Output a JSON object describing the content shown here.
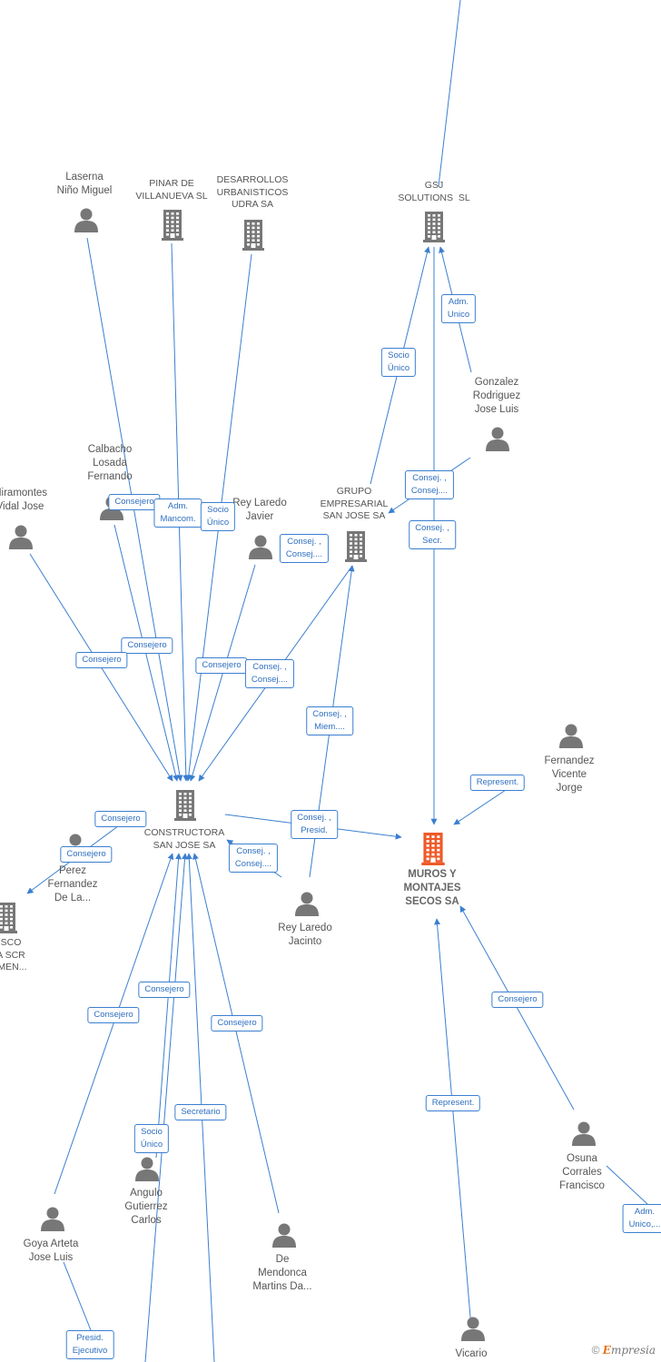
{
  "colors": {
    "edge": "#3b7fd0",
    "company_icon": "#777777",
    "person_icon": "#777777",
    "main_company_icon": "#ee5a28"
  },
  "nodes": [
    {
      "id": "gsj",
      "type": "company",
      "label": "GSJ\nSOLUTIONS  SL"
    },
    {
      "id": "pinar",
      "type": "company",
      "label": "PINAR DE\nVILLANUEVA SL"
    },
    {
      "id": "desarrollos",
      "type": "company",
      "label": "DESARROLLOS\nURBANISTICOS\nUDRA SA"
    },
    {
      "id": "laserna",
      "type": "person",
      "label": "Laserna\nNiño Miguel"
    },
    {
      "id": "gonzalez",
      "type": "person",
      "label": "Gonzalez\nRodriguez\nJose Luis"
    },
    {
      "id": "calbacho",
      "type": "person",
      "label": "Calbacho\nLosada\nFernando"
    },
    {
      "id": "miramontes",
      "type": "person",
      "label": "Miramontes\nVidal Jose"
    },
    {
      "id": "reylaredojavier",
      "type": "person",
      "label": "Rey Laredo\nJavier"
    },
    {
      "id": "grupo",
      "type": "company",
      "label": "GRUPO\nEMPRESARIAL\nSAN JOSE SA"
    },
    {
      "id": "fernandez",
      "type": "person",
      "label": "Fernandez\nVicente\nJorge"
    },
    {
      "id": "constructora",
      "type": "company",
      "label": "CONSTRUCTORA\nSAN JOSE SA"
    },
    {
      "id": "muros",
      "type": "main",
      "label": "MUROS Y\nMONTAJES\nSECOS SA"
    },
    {
      "id": "perez",
      "type": "person",
      "label": "Perez\nFernandez\nDe La..."
    },
    {
      "id": "sco",
      "type": "company",
      "label": "SCO\nA SCR\nIMEN..."
    },
    {
      "id": "reylaredojacinto",
      "type": "person",
      "label": "Rey Laredo\nJacinto"
    },
    {
      "id": "angulo",
      "type": "person",
      "label": "Angulo\nGutierrez\nCarlos"
    },
    {
      "id": "goya",
      "type": "person",
      "label": "Goya Arteta\nJose Luis"
    },
    {
      "id": "mendonca",
      "type": "person",
      "label": "De\nMendonca\nMartins Da..."
    },
    {
      "id": "osuna",
      "type": "person",
      "label": "Osuna\nCorrales\nFrancisco"
    },
    {
      "id": "vicario",
      "type": "person",
      "label": "Vicario"
    }
  ],
  "edges": [
    {
      "label": "Adm.\nUnico"
    },
    {
      "label": "Socio\nÚnico"
    },
    {
      "label": "Consej. ,\nConsej...."
    },
    {
      "label": "Consej. ,\nSecr."
    },
    {
      "label": "Consejero"
    },
    {
      "label": "Adm.\nMancom."
    },
    {
      "label": "Socio\nÚnico"
    },
    {
      "label": "Consej. ,\nConsej...."
    },
    {
      "label": "Consejero"
    },
    {
      "label": "Consejero"
    },
    {
      "label": "Consejero"
    },
    {
      "label": "Consej. ,\nConsej...."
    },
    {
      "label": "Consej. ,\nMiem...."
    },
    {
      "label": "Represent."
    },
    {
      "label": "Consejero"
    },
    {
      "label": "Consejero"
    },
    {
      "label": "Consej. ,\nPresid."
    },
    {
      "label": "Consej. ,\nConsej...."
    },
    {
      "label": "Consejero"
    },
    {
      "label": "Consejero"
    },
    {
      "label": "Consejero"
    },
    {
      "label": "Socio\nÚnico"
    },
    {
      "label": "Secretario"
    },
    {
      "label": "Consejero"
    },
    {
      "label": "Represent."
    },
    {
      "label": "Presid.\nEjecutivo"
    },
    {
      "label": "Adm.\nUnico,..."
    }
  ],
  "copyright": {
    "symbol": "©",
    "brand_first": "E",
    "brand_rest": "mpresia"
  }
}
